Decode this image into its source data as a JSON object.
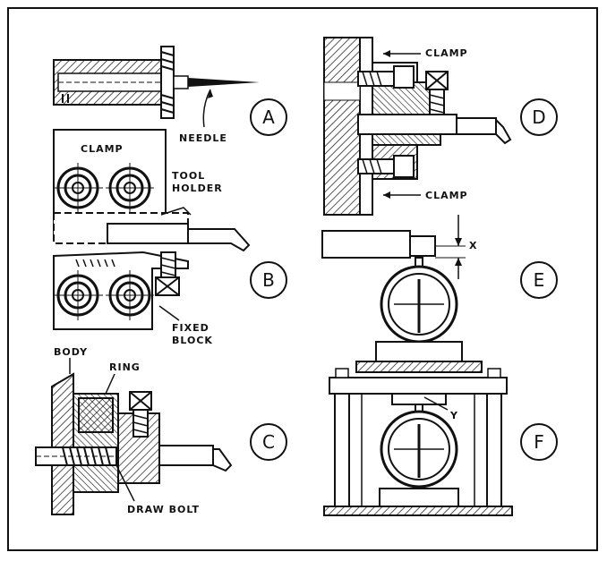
{
  "panels": {
    "a": {
      "badge": "A",
      "needle_label": "NEEDLE"
    },
    "b": {
      "badge": "B",
      "clamp_label": "CLAMP",
      "tool_holder_label": [
        "TOOL",
        "HOLDER"
      ],
      "fixed_block_label": [
        "FIXED",
        "BLOCK"
      ]
    },
    "c": {
      "badge": "C",
      "body_label": "BODY",
      "ring_label": "RING",
      "draw_bolt_label": "DRAW BOLT"
    },
    "d": {
      "badge": "D",
      "clamp_top_label": "CLAMP",
      "clamp_bottom_label": "CLAMP"
    },
    "e": {
      "badge": "E",
      "x_label": "X"
    },
    "f": {
      "badge": "F",
      "y_label": "Y"
    }
  },
  "colors": {
    "ink": "#111111",
    "paper": "#ffffff"
  }
}
